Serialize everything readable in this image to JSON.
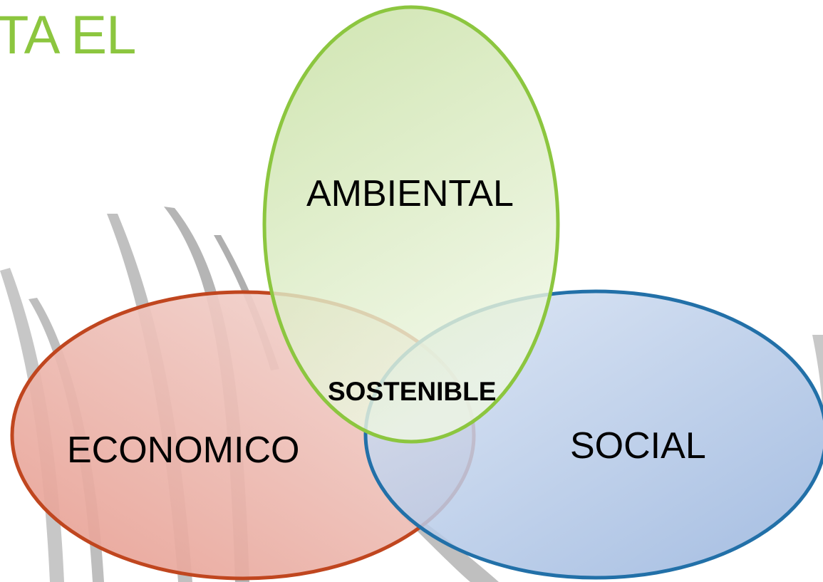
{
  "slide": {
    "title_fragment": "TA EL"
  },
  "diagram": {
    "circles": [
      {
        "label": "AMBIENTAL",
        "fill": "#c9e2a6",
        "stroke": "#8cc63f"
      },
      {
        "label": "ECONOMICO",
        "fill": "#e9a79c",
        "stroke": "#c0461f"
      },
      {
        "label": "SOCIAL",
        "fill": "#a8bfe3",
        "stroke": "#2270a8"
      }
    ],
    "center_label": "SOSTENIBLE"
  }
}
